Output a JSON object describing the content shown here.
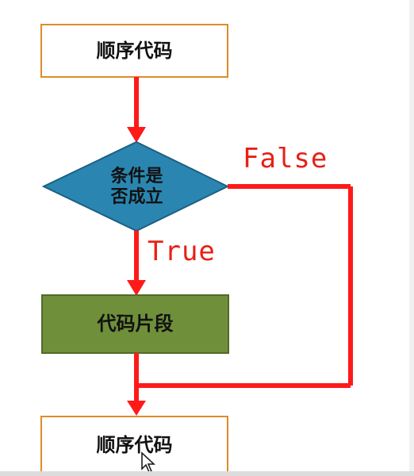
{
  "diagram": {
    "nodes": {
      "top_code": "顺序代码",
      "condition_line1": "条件是",
      "condition_line2": "否成立",
      "code_fragment": "代码片段",
      "bottom_code": "顺序代码"
    },
    "edges": {
      "false_label": "False",
      "true_label": "True"
    },
    "colors": {
      "process_box_border": "#e08a2a",
      "process_box_fill": "#ffffff",
      "decision_fill": "#2a86b0",
      "decision_border": "#1c5f82",
      "fragment_fill": "#6f8f3a",
      "fragment_border": "#4f6b28",
      "arrow": "#ff1a1a",
      "label_text": "#e62117"
    }
  }
}
